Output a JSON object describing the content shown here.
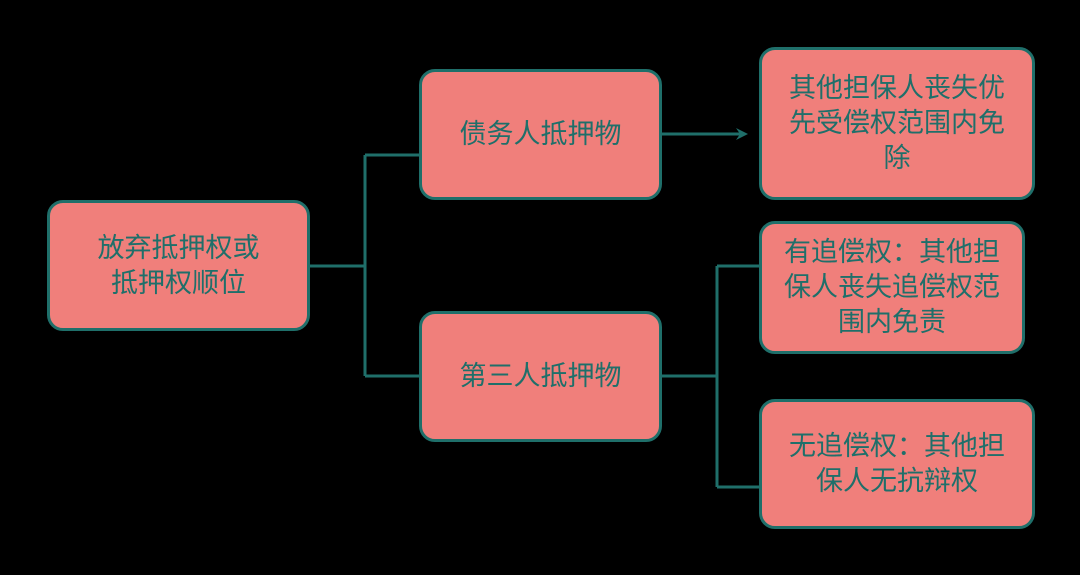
{
  "diagram": {
    "root": {
      "label": "放弃抵押权或\n抵押权顺位"
    },
    "debtor_collateral": {
      "label": "债务人抵押物"
    },
    "third_party_collateral": {
      "label": "第三人抵押物"
    },
    "debtor_outcome": {
      "label": "其他担保人丧失优\n先受偿权范围内免\n除"
    },
    "with_recourse": {
      "label": "有追偿权：其他担\n保人丧失追偿权范\n围内免责"
    },
    "without_recourse": {
      "label": "无追偿权：其他担\n保人无抗辩权"
    }
  },
  "colors": {
    "background": "#000000",
    "node_fill": "#f07f7b",
    "node_border": "#1f6f6a",
    "connector": "#1f6f6a",
    "text": "#1f6f6a"
  }
}
